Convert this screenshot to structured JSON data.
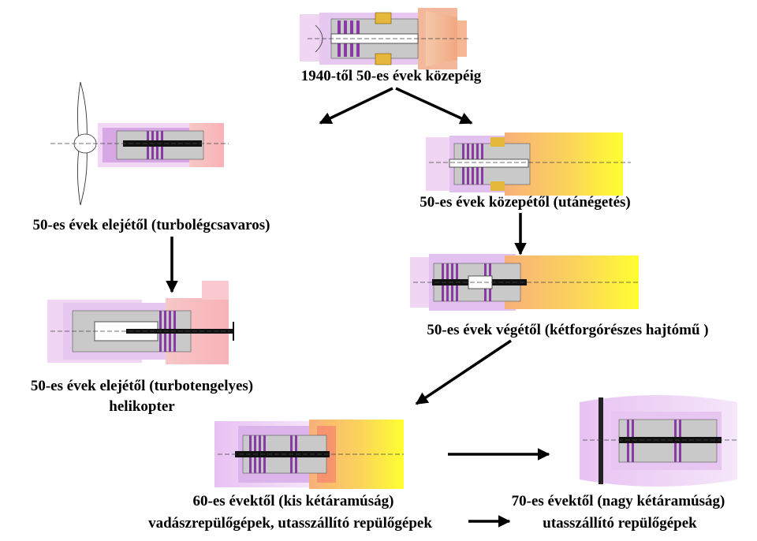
{
  "labels": {
    "turbojet": "1940-től 50-es évek közepéig",
    "afterburner": "50-es évek közepétől (utánégetés)",
    "turboprop": "50-es évek elejétől (turbolégcsavaros)",
    "twinspool": "50-es évek végétől (kétforgórészes hajtómű )",
    "turboshaft_1": "50-es évek elejétől (turbotengelyes)",
    "turboshaft_2": "helikopter",
    "lowbypass_1": "60-es évektől (kis kétáramúság)",
    "lowbypass_2": "vadászrepülőgépek, utasszállító repülőgépek",
    "highbypass_1": "70-es évektől (nagy kétáramúság)",
    "highbypass_2": "utasszállító repülőgépek"
  },
  "colors": {
    "intake": "#e9b8f0",
    "compressor": "#b06ad0",
    "core": "#c8c8c8",
    "hot": "#f6a98c",
    "exhaust": "#ffd0b0",
    "afterburner": "#ffff33",
    "arrow": "#000000"
  }
}
